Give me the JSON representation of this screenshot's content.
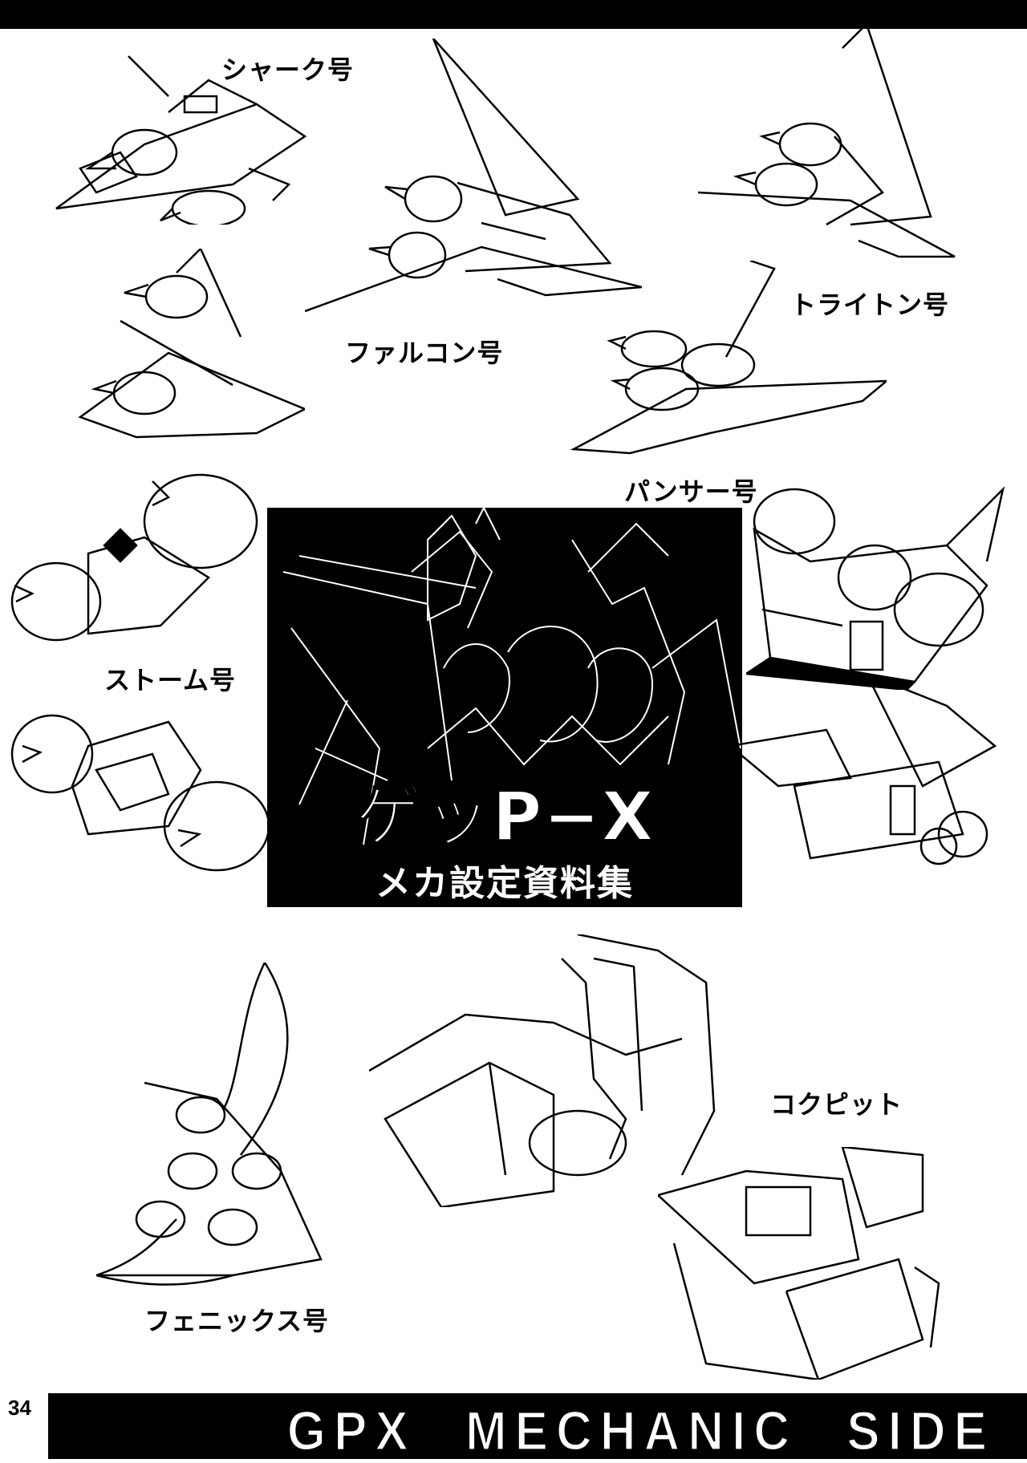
{
  "labels": {
    "shark": "シャーク号",
    "falcon": "ファルコン号",
    "triton": "トライトン号",
    "panther": "パンサー号",
    "storm": "ストーム号",
    "phoenix": "フェニックス号",
    "cockpit": "コクピット"
  },
  "center_panel": {
    "title": "ゲッP−X",
    "subtitle": "メカ設定資料集"
  },
  "footer": {
    "page_number": "34",
    "title": "GPX MECHANIC SIDE"
  }
}
